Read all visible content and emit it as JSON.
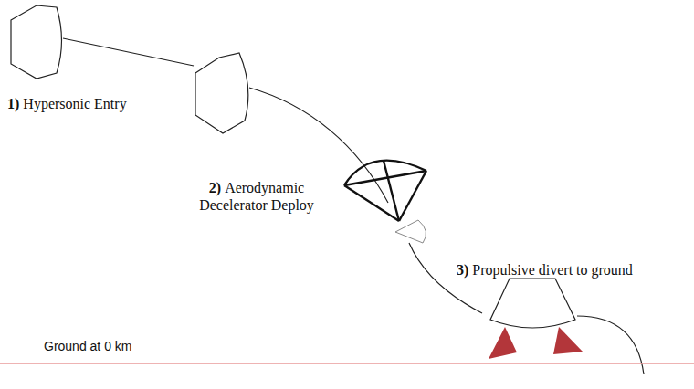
{
  "diagram": {
    "labels": [
      "1)",
      "Hypersonic Entry",
      "2)",
      "Aerodynamic Decelerator Deploy",
      "3)",
      "Propulsive divert to ground",
      "Ground at 0 km"
    ]
  }
}
